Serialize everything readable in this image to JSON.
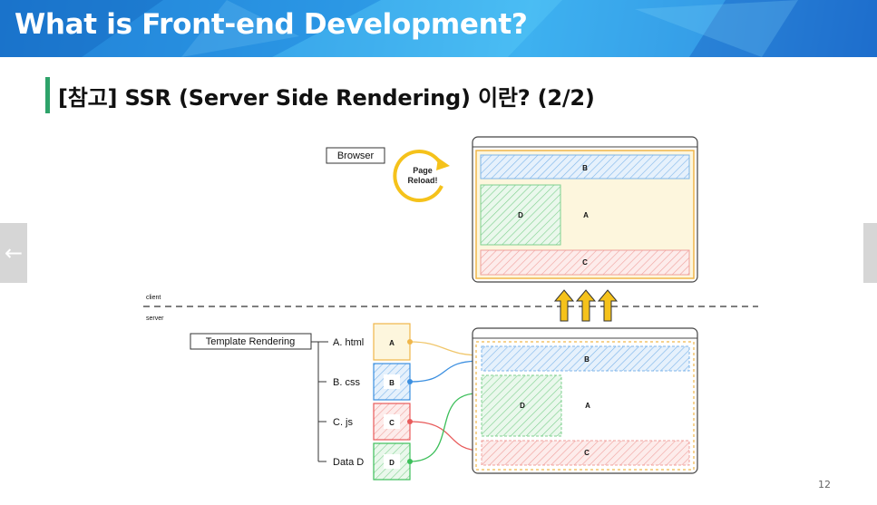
{
  "header": {
    "title": "What is Front-end Development?"
  },
  "subtitle": "[참고] SSR (Server Side Rendering) 이란? (2/2)",
  "navigation": {
    "prev_icon": "←",
    "next_icon": "→"
  },
  "page_number": "12",
  "diagram": {
    "browser_label": "Browser",
    "reload_line1": "Page",
    "reload_line2": "Reload!",
    "client_label": "client",
    "server_label": "server",
    "template_label": "Template Rendering",
    "files": [
      {
        "name": "A. html",
        "letter": "A"
      },
      {
        "name": "B. css",
        "letter": "B"
      },
      {
        "name": "C. js",
        "letter": "C"
      },
      {
        "name": "Data D",
        "letter": "D"
      }
    ],
    "region_labels": {
      "a": "A",
      "b": "B",
      "c": "C",
      "d": "D"
    },
    "colors": {
      "a": "#f0b64a",
      "b": "#3b8fe0",
      "c": "#e85a5a",
      "d": "#3cbf5a",
      "arrow": "#f5c21b",
      "accent": "#2ea36a"
    }
  }
}
